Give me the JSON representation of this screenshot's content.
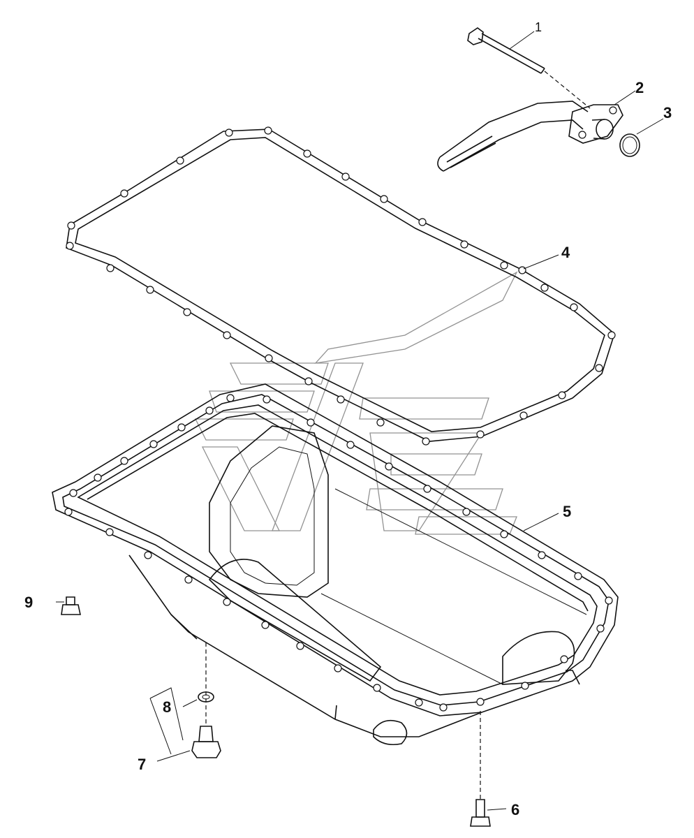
{
  "callouts": [
    {
      "id": "1",
      "label": "1"
    },
    {
      "id": "2",
      "label": "2"
    },
    {
      "id": "3",
      "label": "3"
    },
    {
      "id": "4",
      "label": "4"
    },
    {
      "id": "5",
      "label": "5"
    },
    {
      "id": "6",
      "label": "6"
    },
    {
      "id": "7",
      "label": "7"
    },
    {
      "id": "8",
      "label": "8"
    },
    {
      "id": "9",
      "label": "9"
    }
  ],
  "parts": [
    {
      "callout": "1",
      "name": "bolt-icon"
    },
    {
      "callout": "2",
      "name": "oil-pickup-tube-icon"
    },
    {
      "callout": "3",
      "name": "o-ring-icon"
    },
    {
      "callout": "4",
      "name": "gasket-icon"
    },
    {
      "callout": "5",
      "name": "oil-pan-icon"
    },
    {
      "callout": "6",
      "name": "bolt-icon"
    },
    {
      "callout": "7",
      "name": "drain-plug-icon"
    },
    {
      "callout": "8",
      "name": "washer-icon"
    },
    {
      "callout": "9",
      "name": "plug-icon"
    }
  ],
  "colors": {
    "line": "#111111",
    "background": "#ffffff",
    "watermark": "#777777"
  }
}
